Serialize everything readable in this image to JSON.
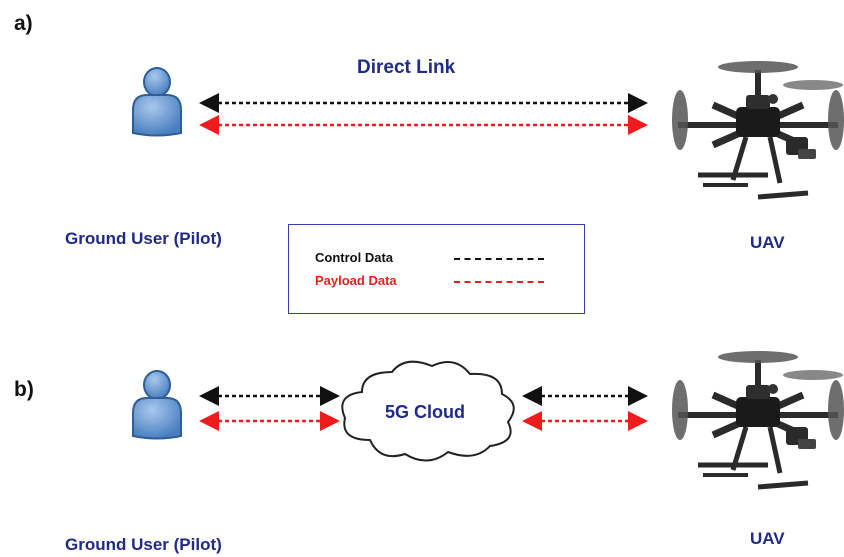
{
  "panels": {
    "a": {
      "tag": "a)",
      "link_label": "Direct Link",
      "user_label": "Ground User (Pilot)",
      "uav_label": "UAV"
    },
    "b": {
      "tag": "b)",
      "cloud_label": "5G Cloud",
      "user_label": "Ground User (Pilot)",
      "uav_label": "UAV"
    }
  },
  "legend": {
    "control": {
      "label": "Control Data",
      "color": "#111111"
    },
    "payload": {
      "label": "Payload Data",
      "color": "#ee1c1c"
    }
  },
  "colors": {
    "accent_blue": "#1f2a8a",
    "person_fill": "#5b8fc9",
    "person_stroke": "#2f5e97"
  },
  "icons": [
    "person-icon",
    "drone-icon",
    "cloud-icon"
  ]
}
